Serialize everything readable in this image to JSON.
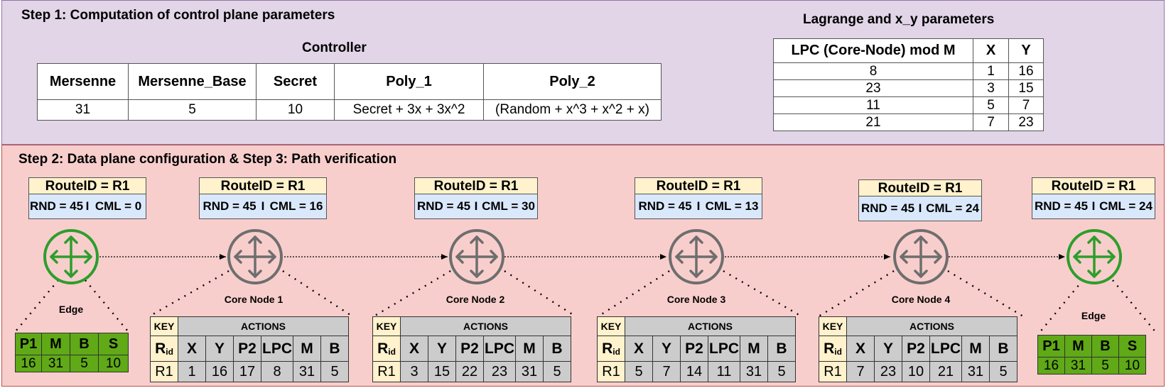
{
  "step1": {
    "title": "Step 1: Computation of control plane parameters",
    "controller": {
      "title": "Controller",
      "headers": [
        "Mersenne",
        "Mersenne_Base",
        "Secret",
        "Poly_1",
        "Poly_2"
      ],
      "values": [
        "31",
        "5",
        "10",
        "Secret + 3x + 3x^2",
        "(Random + x^3 + x^2 + x)"
      ]
    },
    "lagrange": {
      "title": "Lagrange and x_y parameters",
      "headers": [
        "LPC (Core-Node) mod M",
        "X",
        "Y"
      ],
      "rows": [
        [
          "8",
          "1",
          "16"
        ],
        [
          "23",
          "3",
          "15"
        ],
        [
          "11",
          "5",
          "7"
        ],
        [
          "21",
          "7",
          "23"
        ]
      ]
    }
  },
  "step2": {
    "title": "Step 2: Data plane configuration & Step 3: Path verification",
    "routes": [
      {
        "rid": "RouteID = R1",
        "rnd": "RND = 45",
        "sep": "I",
        "cml": "CML = 0"
      },
      {
        "rid": "RouteID = R1",
        "rnd": "RND = 45",
        "sep": "I",
        "cml": "CML = 16"
      },
      {
        "rid": "RouteID = R1",
        "rnd": "RND = 45",
        "sep": "I",
        "cml": "CML = 30"
      },
      {
        "rid": "RouteID = R1",
        "rnd": "RND = 45",
        "sep": "I",
        "cml": "CML = 13"
      },
      {
        "rid": "RouteID = R1",
        "rnd": "RND = 45",
        "sep": "I",
        "cml": "CML = 24"
      },
      {
        "rid": "RouteID = R1",
        "rnd": "RND = 45",
        "sep": "I",
        "cml": "CML = 24"
      }
    ],
    "nodes": [
      "Edge",
      "Core Node 1",
      "Core Node 2",
      "Core Node 3",
      "Core Node 4",
      "Edge"
    ],
    "node_colors": {
      "edge": "#2d9e2d",
      "core": "#6e6e6e"
    },
    "action_tables": [
      {
        "key": "KEY",
        "actions": "ACTIONS",
        "r": "R",
        "id": "id",
        "cols": [
          "X",
          "Y",
          "P2",
          "LPC",
          "M",
          "B"
        ],
        "rowkey": "R1",
        "values": [
          "1",
          "16",
          "17",
          "8",
          "31",
          "5"
        ]
      },
      {
        "key": "KEY",
        "actions": "ACTIONS",
        "r": "R",
        "id": "id",
        "cols": [
          "X",
          "Y",
          "P2",
          "LPC",
          "M",
          "B"
        ],
        "rowkey": "R1",
        "values": [
          "3",
          "15",
          "22",
          "23",
          "31",
          "5"
        ]
      },
      {
        "key": "KEY",
        "actions": "ACTIONS",
        "r": "R",
        "id": "id",
        "cols": [
          "X",
          "Y",
          "P2",
          "LPC",
          "M",
          "B"
        ],
        "rowkey": "R1",
        "values": [
          "5",
          "7",
          "14",
          "11",
          "31",
          "5"
        ]
      },
      {
        "key": "KEY",
        "actions": "ACTIONS",
        "r": "R",
        "id": "id",
        "cols": [
          "X",
          "Y",
          "P2",
          "LPC",
          "M",
          "B"
        ],
        "rowkey": "R1",
        "values": [
          "7",
          "23",
          "10",
          "21",
          "31",
          "5"
        ]
      }
    ],
    "edge_tables": [
      {
        "headers": [
          "P1",
          "M",
          "B",
          "S"
        ],
        "values": [
          "16",
          "31",
          "5",
          "10"
        ]
      },
      {
        "headers": [
          "P1",
          "M",
          "B",
          "S"
        ],
        "values": [
          "16",
          "31",
          "5",
          "10"
        ]
      }
    ]
  }
}
